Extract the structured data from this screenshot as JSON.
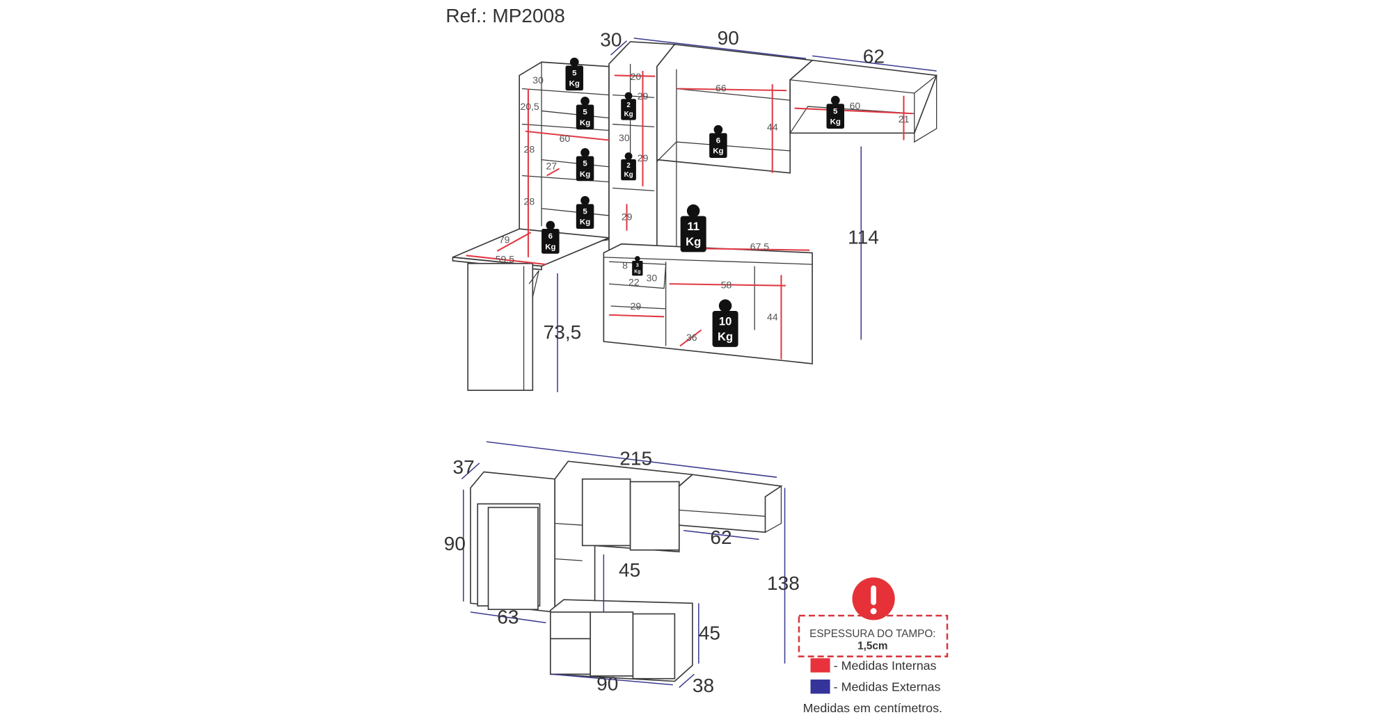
{
  "title": "Ref.: MP2008",
  "top_view": {
    "external_dims": [
      "30",
      "90",
      "62",
      "114",
      "73,5"
    ],
    "internal_dims": [
      "30",
      "20,5",
      "60",
      "28",
      "27",
      "28",
      "79",
      "59,5",
      "20",
      "29",
      "30",
      "29",
      "29",
      "66",
      "44",
      "60",
      "21",
      "67,5",
      "8",
      "22",
      "30",
      "29",
      "58",
      "36",
      "44"
    ],
    "weights": [
      {
        "value": "5",
        "unit": "Kg"
      },
      {
        "value": "5",
        "unit": "Kg"
      },
      {
        "value": "5",
        "unit": "Kg"
      },
      {
        "value": "5",
        "unit": "Kg"
      },
      {
        "value": "6",
        "unit": "Kg"
      },
      {
        "value": "2",
        "unit": "Kg"
      },
      {
        "value": "2",
        "unit": "Kg"
      },
      {
        "value": "6",
        "unit": "Kg"
      },
      {
        "value": "5",
        "unit": "Kg"
      },
      {
        "value": "11",
        "unit": "Kg"
      },
      {
        "value": "10",
        "unit": "Kg"
      },
      {
        "value": "3",
        "unit": "Kg"
      }
    ]
  },
  "closed_view": {
    "external_dims": [
      "37",
      "215",
      "90",
      "63",
      "62",
      "45",
      "138",
      "45",
      "90",
      "38"
    ]
  },
  "legend": {
    "warning_title": "ESPESSURA DO TAMPO:",
    "warning_value": "1,5cm",
    "internal_label": "- Medidas Internas",
    "external_label": "- Medidas Externas",
    "units_note": "Medidas em centímetros.",
    "internal_color": "#e8323c",
    "external_color": "#34349a"
  }
}
